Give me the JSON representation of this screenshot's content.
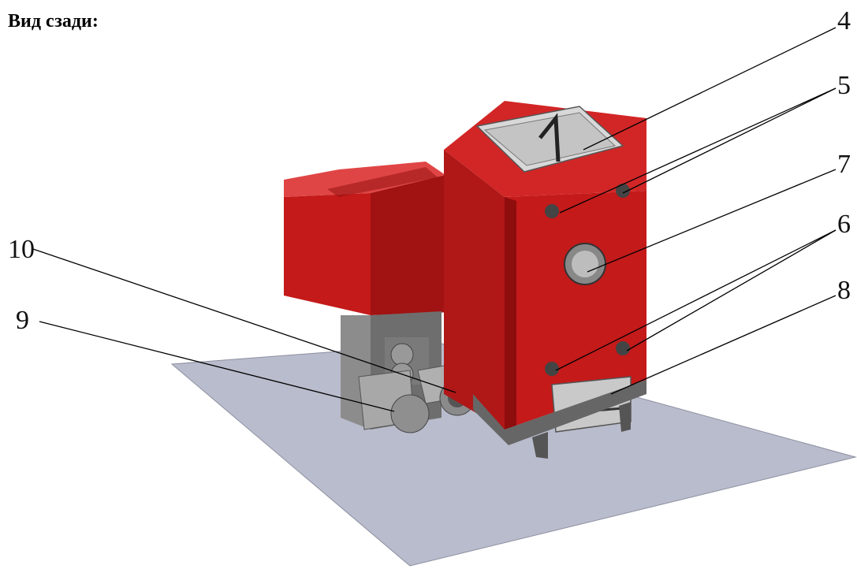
{
  "heading": "Вид сзади:",
  "callouts": {
    "c4": "4",
    "c5": "5",
    "c7": "7",
    "c6": "6",
    "c8": "8",
    "c10": "10",
    "c9": "9"
  },
  "colors": {
    "boiler_red": "#c41a1a",
    "boiler_red_light": "#e03a3a",
    "boiler_red_dark": "#8e0d0d",
    "floor": "#b9bccc",
    "metal": "#9a9a9a",
    "metal_dark": "#5e5e5e"
  }
}
